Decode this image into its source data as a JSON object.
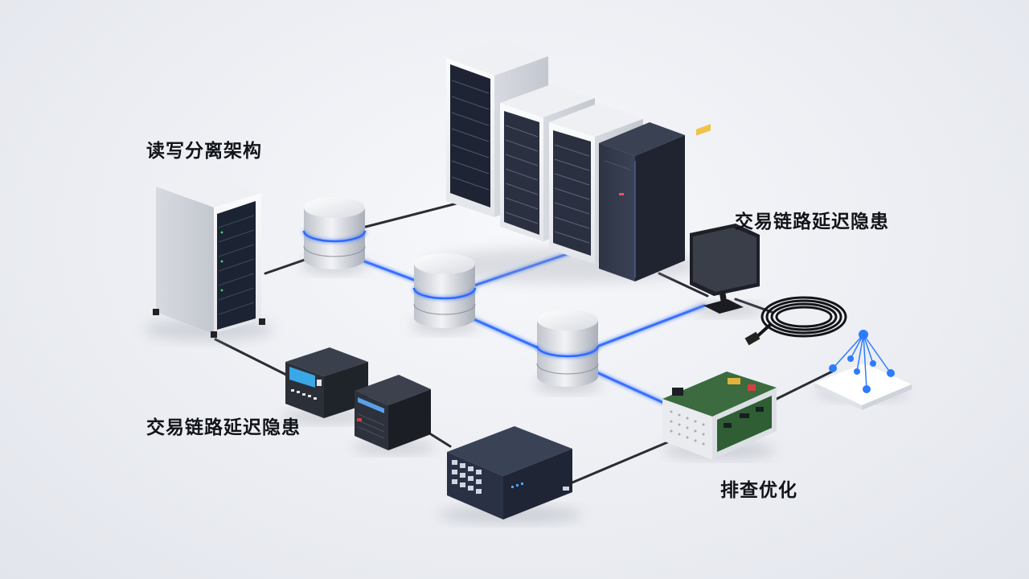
{
  "labels": {
    "rw_split": "读写分离架构",
    "latency_top": "交易链路延迟隐患",
    "latency_left": "交易链路延迟隐患",
    "optimize": "排查优化"
  },
  "colors": {
    "accent_blue": "#2f6bff",
    "glow_blue": "#6aa2ff",
    "server_white": "#f3f4f7",
    "server_dark": "#2b3140",
    "cable": "#2a2d33",
    "node_blue": "#2d7bff"
  }
}
